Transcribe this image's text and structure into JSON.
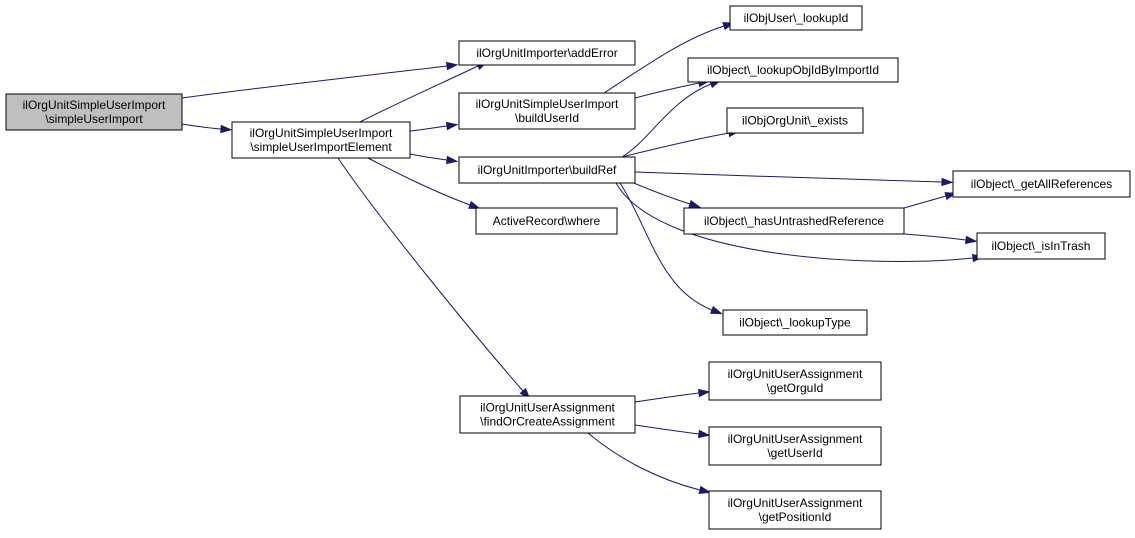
{
  "colors": {
    "edge": "#191970",
    "root_fill": "#bfbfbf",
    "node_fill": "#ffffff",
    "node_border": "#000000"
  },
  "nodes": [
    {
      "id": "root",
      "lines": [
        "ilOrgUnitSimpleUserImport",
        "\\simpleUserImport"
      ],
      "root": true
    },
    {
      "id": "element",
      "lines": [
        "ilOrgUnitSimpleUserImport",
        "\\simpleUserImportElement"
      ]
    },
    {
      "id": "addError",
      "lines": [
        "ilOrgUnitImporter\\addError"
      ]
    },
    {
      "id": "buildUserId",
      "lines": [
        "ilOrgUnitSimpleUserImport",
        "\\buildUserId"
      ]
    },
    {
      "id": "buildRef",
      "lines": [
        "ilOrgUnitImporter\\buildRef"
      ]
    },
    {
      "id": "where",
      "lines": [
        "ActiveRecord\\where"
      ]
    },
    {
      "id": "findOrCreate",
      "lines": [
        "ilOrgUnitUserAssignment",
        "\\findOrCreateAssignment"
      ]
    },
    {
      "id": "userLookupId",
      "lines": [
        "ilObjUser\\_lookupId"
      ]
    },
    {
      "id": "lookupObjIdByImportId",
      "lines": [
        "ilObject\\_lookupObjIdByImportId"
      ]
    },
    {
      "id": "exists",
      "lines": [
        "ilObjOrgUnit\\_exists"
      ]
    },
    {
      "id": "hasUntrashed",
      "lines": [
        "ilObject\\_hasUntrashedReference"
      ]
    },
    {
      "id": "lookupType",
      "lines": [
        "ilObject\\_lookupType"
      ]
    },
    {
      "id": "getAllRefs",
      "lines": [
        "ilObject\\_getAllReferences"
      ]
    },
    {
      "id": "isInTrash",
      "lines": [
        "ilObject\\_isInTrash"
      ]
    },
    {
      "id": "getOrguId",
      "lines": [
        "ilOrgUnitUserAssignment",
        "\\getOrguId"
      ]
    },
    {
      "id": "getUserId",
      "lines": [
        "ilOrgUnitUserAssignment",
        "\\getUserId"
      ]
    },
    {
      "id": "getPositionId",
      "lines": [
        "ilOrgUnitUserAssignment",
        "\\getPositionId"
      ]
    }
  ],
  "edges": [
    {
      "from": "root",
      "to": "addError"
    },
    {
      "from": "root",
      "to": "element"
    },
    {
      "from": "element",
      "to": "addError"
    },
    {
      "from": "element",
      "to": "buildUserId"
    },
    {
      "from": "element",
      "to": "buildRef"
    },
    {
      "from": "element",
      "to": "where"
    },
    {
      "from": "element",
      "to": "findOrCreate"
    },
    {
      "from": "buildUserId",
      "to": "userLookupId"
    },
    {
      "from": "buildUserId",
      "to": "lookupObjIdByImportId"
    },
    {
      "from": "buildRef",
      "to": "lookupObjIdByImportId"
    },
    {
      "from": "buildRef",
      "to": "exists"
    },
    {
      "from": "buildRef",
      "to": "getAllRefs"
    },
    {
      "from": "buildRef",
      "to": "hasUntrashed"
    },
    {
      "from": "buildRef",
      "to": "isInTrash"
    },
    {
      "from": "buildRef",
      "to": "lookupType"
    },
    {
      "from": "hasUntrashed",
      "to": "getAllRefs"
    },
    {
      "from": "hasUntrashed",
      "to": "isInTrash"
    },
    {
      "from": "findOrCreate",
      "to": "getOrguId"
    },
    {
      "from": "findOrCreate",
      "to": "getUserId"
    },
    {
      "from": "findOrCreate",
      "to": "getPositionId"
    }
  ]
}
